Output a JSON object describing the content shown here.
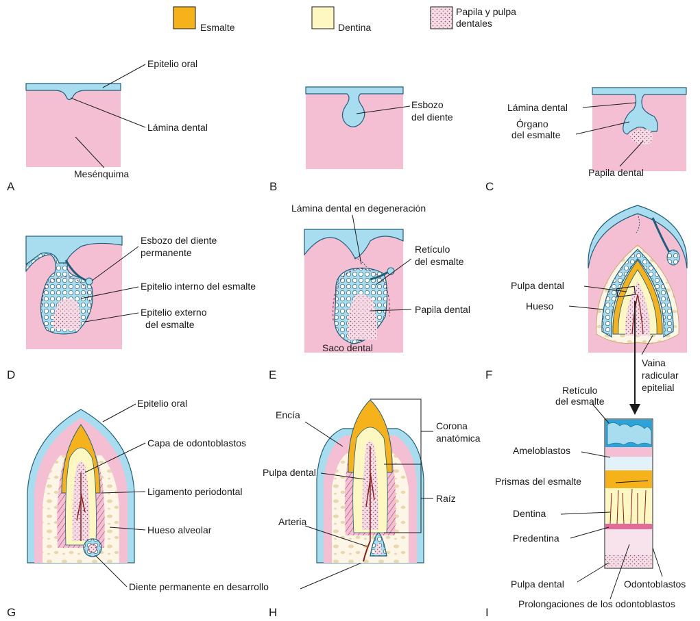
{
  "colors": {
    "enamel": "#f5b21b",
    "dentin": "#fdf8c2",
    "pulp": "#f3dce6",
    "pulp_dots": "#9b3a55",
    "epithelium": "#a8ddf0",
    "mesenchyme": "#f5bfd3",
    "outline": "#1f5e7a",
    "vessel": "#8a1d1d",
    "bone": "#fbefd7"
  },
  "legend": {
    "enamel": "Esmalte",
    "dentin": "Dentina",
    "pulp_line1": "Papila y pulpa",
    "pulp_line2": "dentales"
  },
  "panels": {
    "A": {
      "letter": "A",
      "labels": {
        "oral_epithelium": "Epitelio oral",
        "dental_lamina": "Lámina dental",
        "mesenchyme": "Mesénquima"
      }
    },
    "B": {
      "letter": "B",
      "labels": {
        "bud_line1": "Esbozo",
        "bud_line2": "del diente"
      }
    },
    "C": {
      "letter": "C",
      "labels": {
        "dental_lamina": "Lámina dental",
        "organ_line1": "Órgano",
        "organ_line2": "del esmalte",
        "papilla": "Papila dental"
      }
    },
    "D": {
      "letter": "D",
      "labels": {
        "perm_line1": "Esbozo del diente",
        "perm_line2": "permanente",
        "inner": "Epitelio interno del esmalte",
        "outer_line1": "Epitelio externo",
        "outer_line2": "del esmalte"
      }
    },
    "E": {
      "letter": "E",
      "labels": {
        "degeneration": "Lámina dental en degeneración",
        "reticulum_line1": "Retículo",
        "reticulum_line2": "del esmalte",
        "papilla": "Papila dental",
        "sac": "Saco dental"
      }
    },
    "F": {
      "letter": "F",
      "labels": {
        "pulp": "Pulpa dental",
        "bone": "Hueso",
        "sheath_line1": "Vaina",
        "sheath_line2": "radicular",
        "sheath_line3": "epitelial"
      }
    },
    "G": {
      "letter": "G",
      "labels": {
        "oral_epithelium": "Epitelio oral",
        "odontoblast_layer": "Capa de odontoblastos",
        "ligament": "Ligamento periodontal",
        "alveolar_bone": "Hueso alveolar",
        "permanent_tooth": "Diente permanente en desarrollo"
      }
    },
    "H": {
      "letter": "H",
      "labels": {
        "gum": "Encía",
        "pulp": "Pulpa dental",
        "artery": "Arteria",
        "crown_line1": "Corona",
        "crown_line2": "anatómica",
        "root": "Raíz"
      }
    },
    "I": {
      "letter": "I",
      "labels": {
        "reticulum_line1": "Retículo",
        "reticulum_line2": "del esmalte",
        "ameloblasts": "Ameloblastos",
        "prisms": "Prismas del esmalte",
        "dentin": "Dentina",
        "predentin": "Predentina",
        "pulp": "Pulpa dental",
        "odontoblasts": "Odontoblastos",
        "processes": "Prolongaciones de los odontoblastos"
      }
    }
  }
}
